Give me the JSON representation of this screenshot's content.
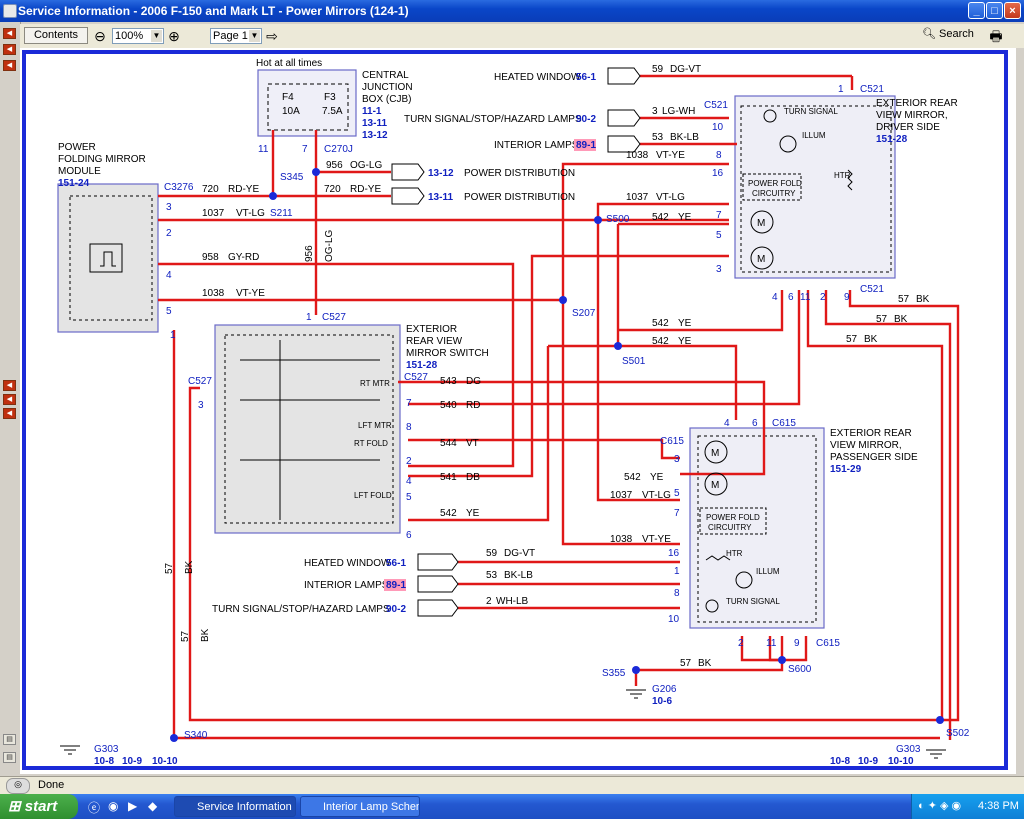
{
  "window": {
    "title": "Service Information - 2006 F-150 and Mark LT - Power Mirrors (124-1)",
    "min": "_",
    "max": "□",
    "close": "×"
  },
  "toolbar": {
    "contents": "Contents",
    "zoom_out": "⊖",
    "zoom": "100%",
    "zoom_in": "⊕",
    "page": "Page 1",
    "next": "⇨",
    "search": "Search",
    "print": "🖶"
  },
  "status": {
    "text": "Done"
  },
  "taskbar": {
    "start": "start",
    "task1": "Service Information - ...",
    "task2": "Interior Lamp Schema...",
    "clock": "4:38 PM"
  },
  "diagram": {
    "hot": "Hot at all times",
    "cjb": [
      "CENTRAL",
      "JUNCTION",
      "BOX (CJB)"
    ],
    "cjb_refs": [
      "11-1",
      "13-11",
      "13-12"
    ],
    "f4": "F4",
    "f4a": "10A",
    "f3": "F3",
    "f3a": "7.5A",
    "pfm": [
      "POWER",
      "FOLDING MIRROR",
      "MODULE"
    ],
    "pfm_ref": "151-24",
    "drv": [
      "EXTERIOR REAR",
      "VIEW MIRROR,",
      "DRIVER SIDE"
    ],
    "drv_ref": "151-28",
    "sw": [
      "EXTERIOR",
      "REAR VIEW",
      "MIRROR SWITCH"
    ],
    "sw_ref": "151-28",
    "pas": [
      "EXTERIOR REAR",
      "VIEW MIRROR,",
      "PASSENGER SIDE"
    ],
    "pas_ref": "151-29",
    "heated": "HEATED WINDOW",
    "heated_ref": "56-1",
    "turn": "TURN SIGNAL/STOP/HAZARD LAMPS",
    "turn_ref": "90-2",
    "interior": "INTERIOR LAMPS",
    "interior_ref": "89-1",
    "pdist": "POWER DISTRIBUTION",
    "pd1": "13-12",
    "pd2": "13-11",
    "turn_sig": "TURN SIGNAL",
    "illum": "ILLUM",
    "htr": "HTR",
    "pfc1": "POWER FOLD",
    "pfc2": "CIRCUITRY",
    "m": "M",
    "rt_mtr": "RT MTR",
    "lft_mtr": "LFT MTR",
    "rt_fold": "RT FOLD",
    "lft_fold": "LFT FOLD",
    "g303": "G303",
    "g206": "G206",
    "g206_ref": "10-6",
    "g_refs": [
      "10-8",
      "10-9",
      "10-10"
    ],
    "conn": {
      "c3276": "C3276",
      "c270j": "C270J",
      "c521": "C521",
      "c527": "C527",
      "c615": "C615"
    },
    "splice": {
      "s345": "S345",
      "s211": "S211",
      "s500": "S500",
      "s207": "S207",
      "s501": "S501",
      "s340": "S340",
      "s355": "S355",
      "s600": "S600",
      "s502": "S502"
    },
    "wires": {
      "w59": "59",
      "dgvt": "DG-VT",
      "w3": "3",
      "lgwh": "LG-WH",
      "w53": "53",
      "bklb": "BK-LB",
      "w1038": "1038",
      "vtye": "VT-YE",
      "w1037": "1037",
      "vtlg": "VT-LG",
      "w542": "542",
      "ye": "YE",
      "w720": "720",
      "rdye": "RD-YE",
      "w956": "956",
      "oglg": "OG-LG",
      "w958": "958",
      "gyrd": "GY-RD",
      "w57": "57",
      "bk": "BK",
      "w543": "543",
      "dg": "DG",
      "w540": "540",
      "rd": "RD",
      "w544": "544",
      "vt": "VT",
      "w541": "541",
      "db": "DB",
      "w2": "2",
      "whlb": "WH-LB"
    },
    "pins": {
      "p1": "1",
      "p2": "2",
      "p3": "3",
      "p4": "4",
      "p5": "5",
      "p6": "6",
      "p7": "7",
      "p8": "8",
      "p9": "9",
      "p10": "10",
      "p11": "11",
      "p16": "16"
    }
  }
}
